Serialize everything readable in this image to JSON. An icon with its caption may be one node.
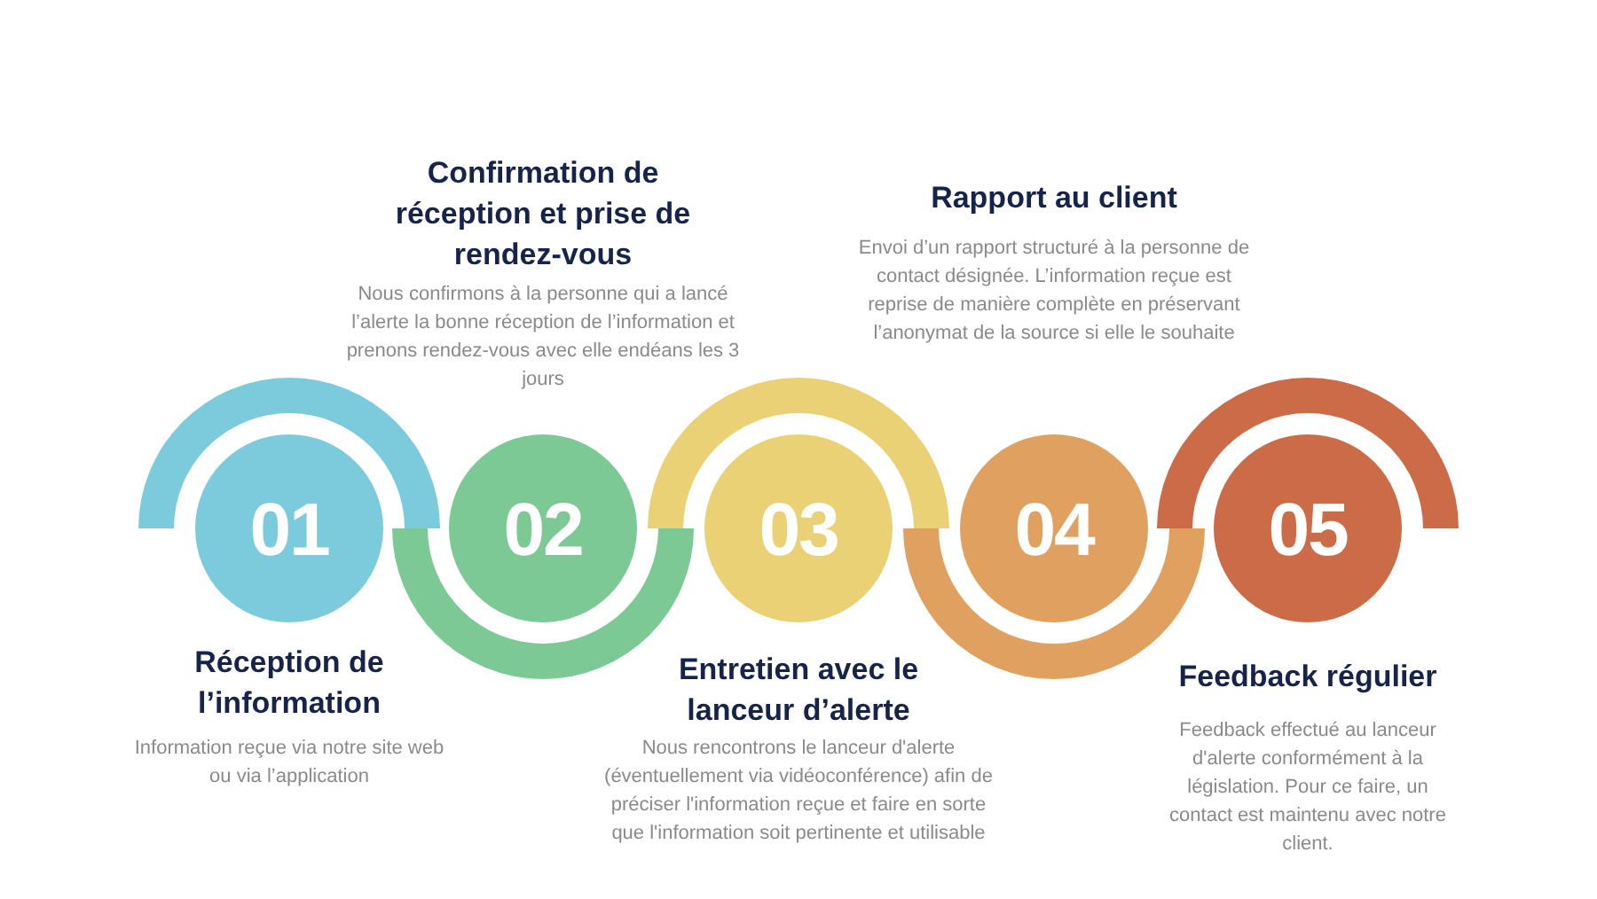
{
  "diagram": {
    "nodes": [
      {
        "text": [
          "01"
        ],
        "beside": [
          "Réception de l’information",
          "Information reçue via notre site web ou via l’application"
        ]
      },
      {
        "text": [
          "02"
        ],
        "beside": [
          "Confirmation de réception et prise de rendez-vous",
          "Nous confirmons à la personne qui a lancé l’alerte la bonne réception de l’information et prenons rendez-vous avec elle endéans les 3 jours"
        ]
      },
      {
        "text": [
          "03"
        ],
        "beside": [
          "Entretien avec le lanceur d’alerte",
          "Nous rencontrons le lanceur d'alerte (éventuellement via vidéoconférence) afin de préciser l'information reçue et faire en sorte que l'information soit pertinente et utilisable"
        ]
      },
      {
        "text": [
          "04"
        ],
        "beside": [
          "Rapport au client",
          "Envoi d’un rapport structuré à la personne de contact désignée. L’information reçue est reprise de manière complète en préservant l’anonymat de la source si elle le souhaite"
        ]
      },
      {
        "text": [
          "05"
        ],
        "beside": [
          "Feedback régulier",
          "Feedback effectué au lanceur d'alerte conformément à la législation. Pour ce faire, un contact est maintenu avec notre client."
        ]
      }
    ]
  }
}
